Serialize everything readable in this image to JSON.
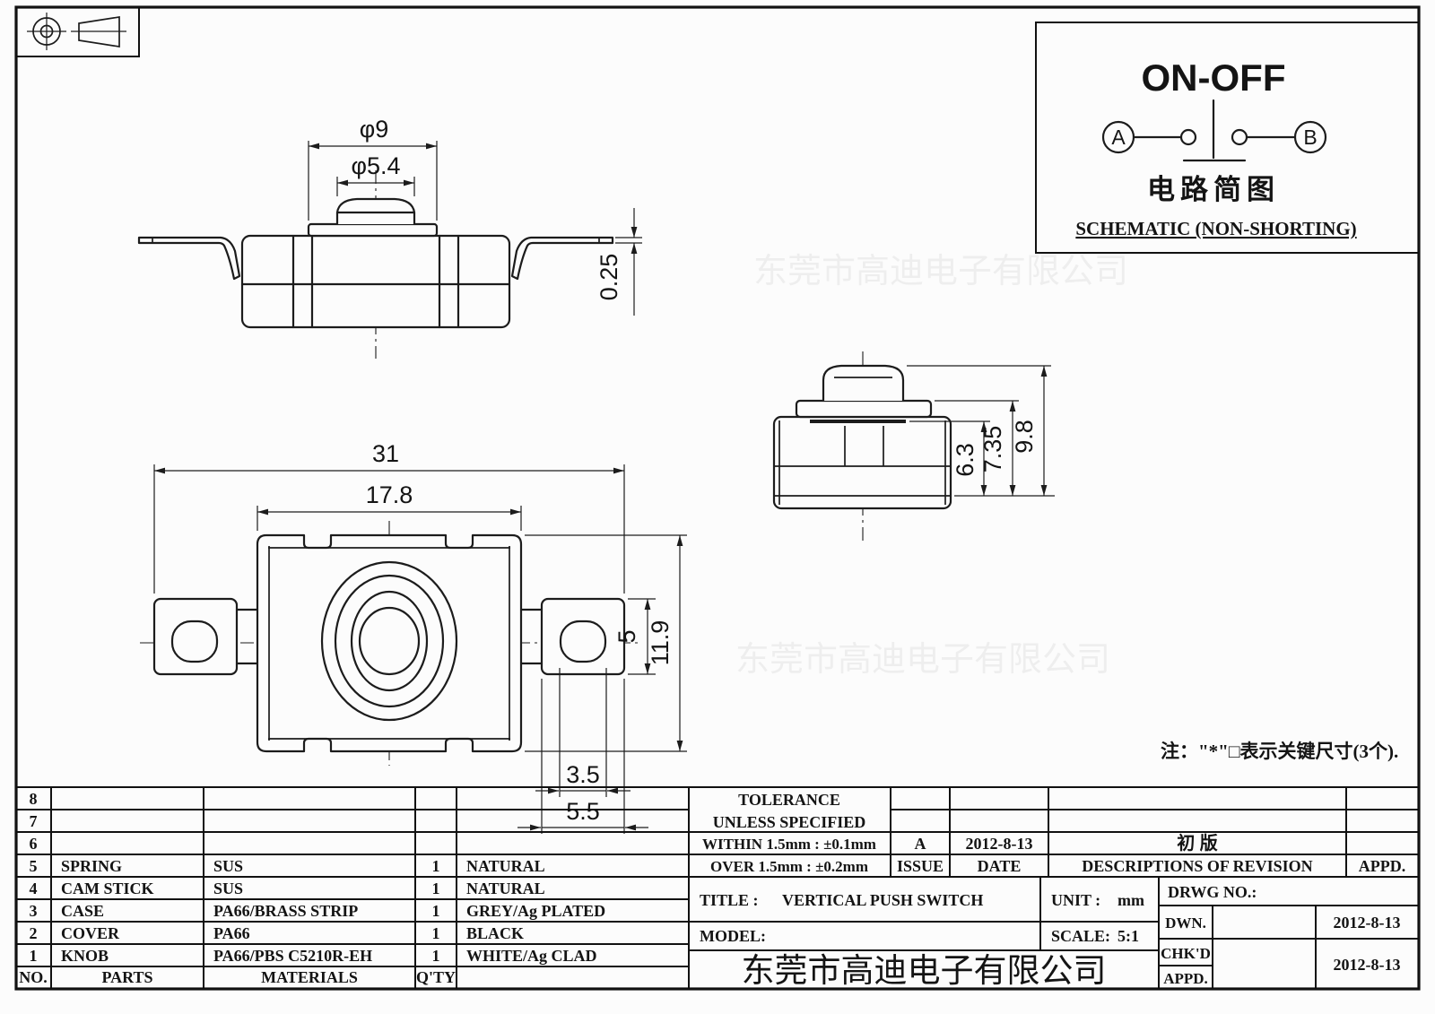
{
  "sheet": {
    "note": "注：\"*\"□表示关键尺寸(3个).",
    "watermark": "东莞市高迪电子有限公司"
  },
  "schematic": {
    "title": "ON-OFF",
    "terminal_a": "A",
    "terminal_b": "B",
    "caption_cn": "电路简图",
    "caption_en": "SCHEMATIC (NON-SHORTING)"
  },
  "dims": {
    "front": {
      "phi9": "φ9",
      "phi5_4": "φ5.4",
      "t0_25": "0.25"
    },
    "top": {
      "w31": "31",
      "w17_8": "17.8",
      "h5": "5",
      "h11_9": "11.9",
      "w3_5": "3.5",
      "w5_5": "5.5"
    },
    "side": {
      "h6_3": "6.3",
      "h7_35": "7.35",
      "h9_8": "9.8"
    }
  },
  "parts_table": {
    "headers": {
      "no": "NO.",
      "parts": "PARTS",
      "materials": "MATERIALS",
      "qty": "Q'TY"
    },
    "rows": [
      {
        "no": "8",
        "part": "",
        "material": "",
        "qty": "",
        "finish": ""
      },
      {
        "no": "7",
        "part": "",
        "material": "",
        "qty": "",
        "finish": ""
      },
      {
        "no": "6",
        "part": "",
        "material": "",
        "qty": "",
        "finish": ""
      },
      {
        "no": "5",
        "part": "SPRING",
        "material": "SUS",
        "qty": "1",
        "finish": "NATURAL"
      },
      {
        "no": "4",
        "part": "CAM STICK",
        "material": "SUS",
        "qty": "1",
        "finish": "NATURAL"
      },
      {
        "no": "3",
        "part": "CASE",
        "material": "PA66/BRASS STRIP",
        "qty": "1",
        "finish": "GREY/Ag PLATED"
      },
      {
        "no": "2",
        "part": "COVER",
        "material": "PA66",
        "qty": "1",
        "finish": "BLACK"
      },
      {
        "no": "1",
        "part": "KNOB",
        "material": "PA66/PBS C5210R-EH",
        "qty": "1",
        "finish": "WHITE/Ag CLAD"
      }
    ]
  },
  "tolerance_block": {
    "title_line1": "TOLERANCE",
    "title_line2": "UNLESS  SPECIFIED",
    "within": "WITHIN 1.5mm : ±0.1mm",
    "over": "OVER 1.5mm : ±0.2mm",
    "issue_value": "A",
    "issue_label": "ISSUE",
    "date_value": "2012-8-13",
    "date_label": "DATE",
    "revision_value": "初 版",
    "revision_label": "DESCRIPTIONS OF REVISION",
    "appd_label": "APPD."
  },
  "title_block": {
    "title_label": "TITLE :",
    "title_value": "VERTICAL PUSH SWITCH",
    "unit_label": "UNIT :",
    "unit_value": "mm",
    "model_label": "MODEL:",
    "scale_label": "SCALE:",
    "scale_value": "5:1",
    "drwg_label": "DRWG NO.:",
    "company": "东莞市高迪电子有限公司",
    "dwn_label": "DWN.",
    "chkd_label": "CHK'D",
    "appd_label": "APPD.",
    "dwn_date": "2012-8-13",
    "chkd_date": "2012-8-13"
  }
}
